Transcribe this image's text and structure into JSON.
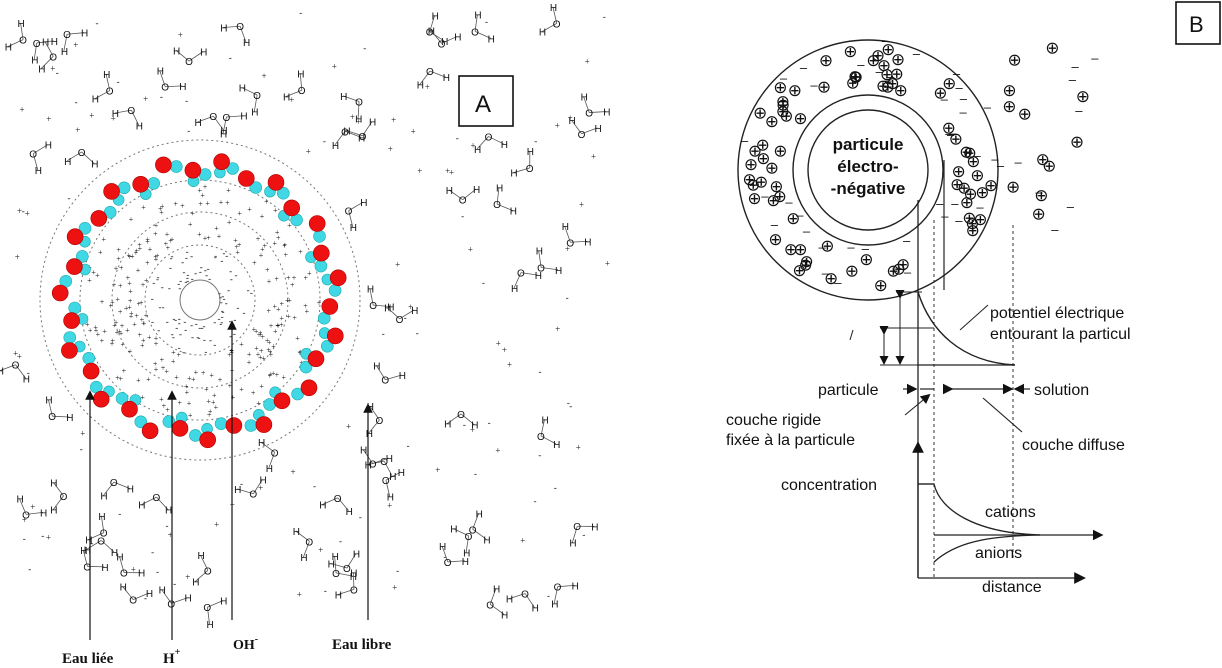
{
  "panel_a": {
    "label": "A",
    "bottom_labels": {
      "bound_water": "Eau liée",
      "h_plus": "H",
      "h_plus_sup": "+",
      "oh_minus": "OH",
      "oh_minus_sup": "-",
      "free_water": "Eau libre"
    },
    "h2o_atoms": {
      "hydrogen": "H",
      "oxygen": "O"
    },
    "charge_signs": {
      "plus": "+",
      "minus": "-"
    },
    "colors": {
      "oxygen": "#ee1111",
      "hydrogen": "#3fd8e4"
    }
  },
  "panel_b": {
    "label": "B",
    "particle_lines": [
      "particule",
      "électro-",
      "-négative"
    ],
    "potential_label_lines": [
      "potentiel électrique",
      "entourant la particul"
    ],
    "particle_side": "particule",
    "solution_side": "solution",
    "rigid_layer_lines": [
      "couche rigide",
      "fixée à la particule"
    ],
    "diffuse_layer": "couche diffuse",
    "concentration": "concentration",
    "cations": "cations",
    "anions": "anions",
    "distance": "distance",
    "cation_symbol": "⊕",
    "anion_symbol": "–"
  }
}
